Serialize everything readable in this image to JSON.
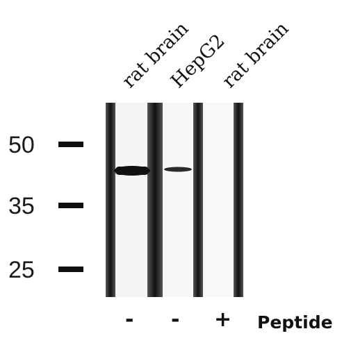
{
  "lanes": [
    {
      "label": "rat brain",
      "peptide": "-"
    },
    {
      "label": "HepG2",
      "peptide": "-"
    },
    {
      "label": "rat brain",
      "peptide": "+"
    }
  ],
  "markers": [
    "50",
    "35",
    "25"
  ],
  "peptide_label": "Peptide",
  "colors": {
    "band": "#0d0d0d",
    "lane_edge": "#3a3a3a",
    "background": "#ffffff"
  }
}
